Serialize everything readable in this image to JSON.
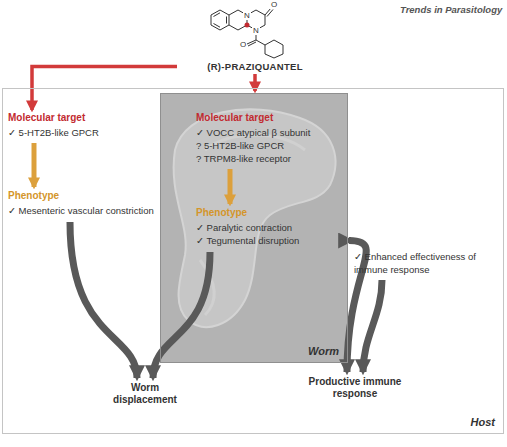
{
  "diagram": {
    "nodes": [
      {
        "text": [
          "Host"
        ]
      },
      {
        "text": [
          "(R)-PRAZIQUANTEL"
        ]
      },
      {
        "text": [
          "Molecular target",
          "✓ 5-HT2B-like GPCR"
        ],
        "in": 0
      },
      {
        "text": [
          "Phenotype",
          "✓ Mesenteric vascular constriction"
        ],
        "in": 0
      },
      {
        "text": [
          "Worm"
        ],
        "in": 0
      },
      {
        "text": [
          "Molecular target",
          "✓ VOCC atypical β subunit",
          "? 5-HT2B-like GPCR",
          "? TRPM8-like receptor"
        ],
        "in": 4
      },
      {
        "text": [
          "Phenotype",
          "✓ Paralytic contraction",
          "✓ Tegumental disruption"
        ],
        "in": 4
      },
      {
        "text": [
          "✓ Enhanced effectiveness of immune response"
        ],
        "in": 0
      },
      {
        "text": [
          "Worm displacement"
        ],
        "in": 0
      },
      {
        "text": [
          "Productive immune response"
        ],
        "in": 0
      }
    ],
    "edges": [
      {
        "from": 1,
        "to": 2,
        "arrow": "to"
      },
      {
        "from": 1,
        "to": 4,
        "arrow": "to"
      },
      {
        "from": 2,
        "to": 3,
        "arrow": "to"
      },
      {
        "from": 5,
        "to": 6,
        "arrow": "to"
      },
      {
        "from": 3,
        "to": 8,
        "arrow": "to"
      },
      {
        "from": 6,
        "to": 8,
        "arrow": "to"
      },
      {
        "from": 6,
        "to": 7,
        "arrow": "to"
      },
      {
        "from": 6,
        "to": 9,
        "arrow": "to"
      },
      {
        "from": 7,
        "to": 9,
        "arrow": "to"
      }
    ],
    "labels": [
      "Trends in Parasitology",
      "N",
      "N",
      "O",
      "O"
    ]
  }
}
